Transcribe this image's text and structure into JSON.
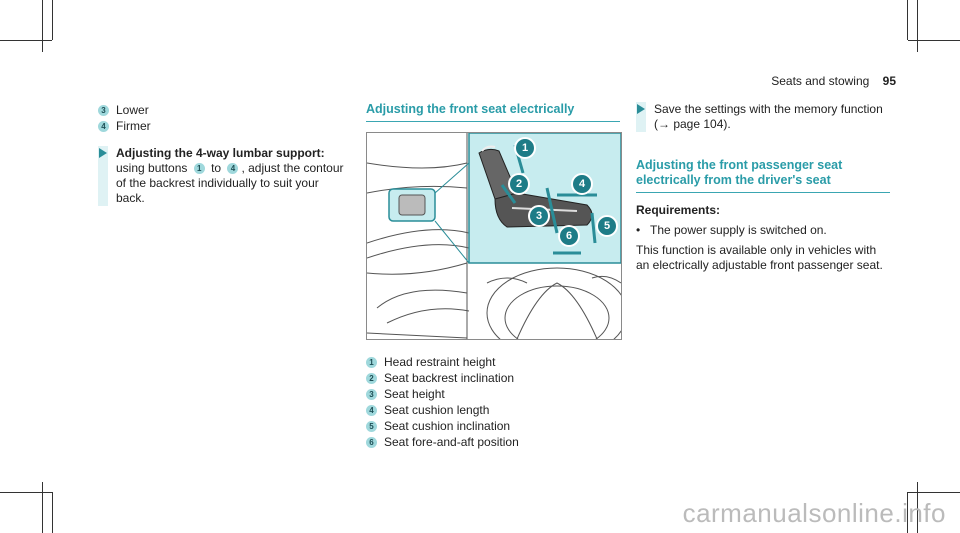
{
  "header": {
    "section": "Seats and stowing",
    "page_number": "95"
  },
  "col1": {
    "list": [
      {
        "num": "3",
        "label": "Lower"
      },
      {
        "num": "4",
        "label": "Firmer"
      }
    ],
    "step": {
      "title": "Adjusting the 4-way lumbar support:",
      "text_a": "using buttons",
      "btn_from": "1",
      "text_b": "to",
      "btn_to": "4",
      "text_c": ", adjust the contour of the backrest individually to suit your back."
    }
  },
  "col2": {
    "heading": "Adjusting the front seat electrically",
    "figure_callouts": [
      "1",
      "2",
      "3",
      "4",
      "5",
      "6"
    ],
    "captions": [
      {
        "num": "1",
        "label": "Head restraint height"
      },
      {
        "num": "2",
        "label": "Seat backrest inclination"
      },
      {
        "num": "3",
        "label": "Seat height"
      },
      {
        "num": "4",
        "label": "Seat cushion length"
      },
      {
        "num": "5",
        "label": "Seat cushion inclination"
      },
      {
        "num": "6",
        "label": "Seat fore-and-aft position"
      }
    ]
  },
  "col3": {
    "step_text": "Save the settings with the memory function (→ page 104).",
    "heading": "Adjusting the front passenger seat electrically from the driver's seat",
    "requirements_label": "Requirements:",
    "bullet": "The power supply is switched on.",
    "para": "This function is available only in vehicles with an electrically adjustable front passenger seat."
  },
  "watermark": "carmanualsonline.info",
  "colors": {
    "accent": "#2a9ca8",
    "badge": "#9fd8dc",
    "panel": "#c7ecef"
  }
}
